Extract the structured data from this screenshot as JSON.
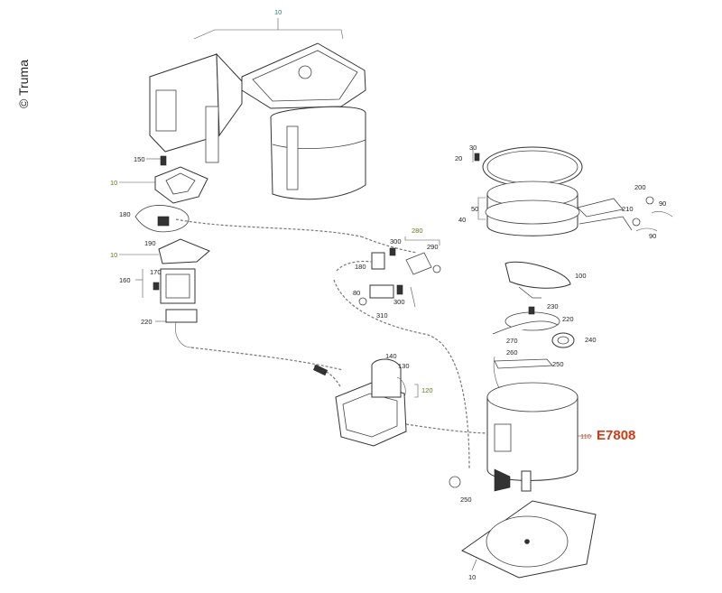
{
  "copyright": "© Truma",
  "product_code": "E7808",
  "callouts": [
    {
      "id": "c10-top",
      "text": "10",
      "color": "teal"
    },
    {
      "id": "c150",
      "text": "150",
      "color": "dark"
    },
    {
      "id": "c10-bracket",
      "text": "10",
      "color": "green"
    },
    {
      "id": "c180-left",
      "text": "180",
      "color": "dark"
    },
    {
      "id": "c190",
      "text": "190",
      "color": "dark"
    },
    {
      "id": "c10-mid",
      "text": "10",
      "color": "green"
    },
    {
      "id": "c170",
      "text": "170",
      "color": "dark"
    },
    {
      "id": "c160",
      "text": "160",
      "color": "dark"
    },
    {
      "id": "c220-left",
      "text": "220",
      "color": "dark"
    },
    {
      "id": "c280",
      "text": "280",
      "color": "green"
    },
    {
      "id": "c300-top",
      "text": "300",
      "color": "dark"
    },
    {
      "id": "c290",
      "text": "290",
      "color": "dark"
    },
    {
      "id": "c180-mid",
      "text": "180",
      "color": "dark"
    },
    {
      "id": "c80",
      "text": "80",
      "color": "dark"
    },
    {
      "id": "c300-bot",
      "text": "300",
      "color": "dark"
    },
    {
      "id": "c310",
      "text": "310",
      "color": "dark"
    },
    {
      "id": "c140",
      "text": "140",
      "color": "dark"
    },
    {
      "id": "c130",
      "text": "130",
      "color": "dark"
    },
    {
      "id": "c120",
      "text": "120",
      "color": "green"
    },
    {
      "id": "c30",
      "text": "30",
      "color": "dark"
    },
    {
      "id": "c20",
      "text": "20",
      "color": "dark"
    },
    {
      "id": "c50",
      "text": "50",
      "color": "dark"
    },
    {
      "id": "c40",
      "text": "40",
      "color": "dark"
    },
    {
      "id": "c200",
      "text": "200",
      "color": "dark"
    },
    {
      "id": "c90-top",
      "text": "90",
      "color": "dark"
    },
    {
      "id": "c210",
      "text": "210",
      "color": "dark"
    },
    {
      "id": "c90-bot",
      "text": "90",
      "color": "dark"
    },
    {
      "id": "c100",
      "text": "100",
      "color": "dark"
    },
    {
      "id": "c230",
      "text": "230",
      "color": "dark"
    },
    {
      "id": "c220-right",
      "text": "220",
      "color": "dark"
    },
    {
      "id": "c270",
      "text": "270",
      "color": "dark"
    },
    {
      "id": "c240",
      "text": "240",
      "color": "dark"
    },
    {
      "id": "c260",
      "text": "260",
      "color": "dark"
    },
    {
      "id": "c250-right",
      "text": "250",
      "color": "dark"
    },
    {
      "id": "c110",
      "text": "110",
      "color": "orange"
    },
    {
      "id": "c250-bot",
      "text": "250",
      "color": "dark"
    },
    {
      "id": "c10-bottom",
      "text": "10",
      "color": "dark"
    }
  ],
  "colors": {
    "teal": "#2a7a70",
    "green": "#5a7a1e",
    "orange": "#d04a1a",
    "dark": "#222222",
    "code": "#d43a12"
  }
}
